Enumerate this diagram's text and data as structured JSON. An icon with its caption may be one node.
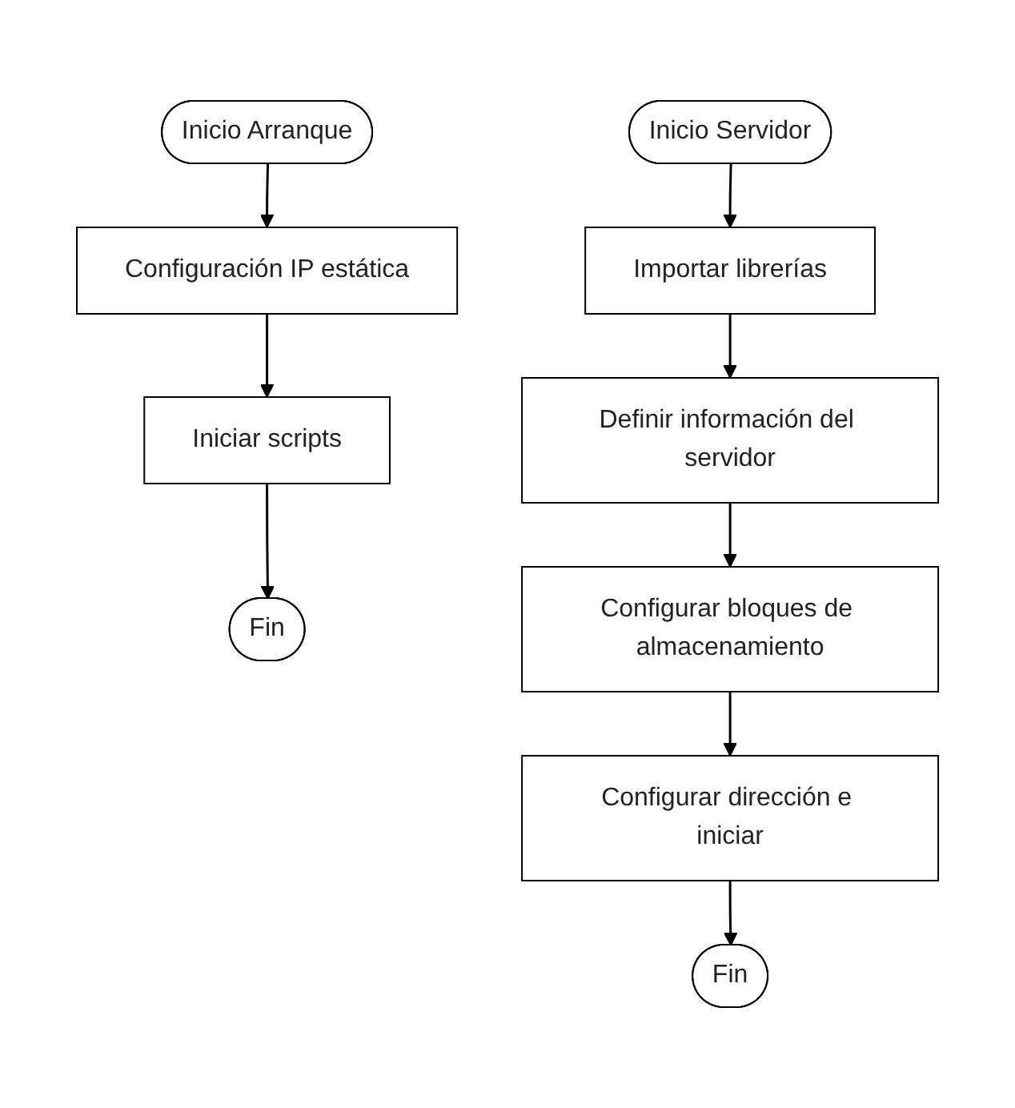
{
  "diagram": {
    "nodes": [
      {
        "text": [
          "Inicio Arranque"
        ]
      },
      {
        "text": [
          "Configuración IP estática"
        ]
      },
      {
        "text": [
          "Iniciar scripts"
        ]
      },
      {
        "text": [
          "Fin"
        ]
      },
      {
        "text": [
          "Inicio Servidor"
        ]
      },
      {
        "text": [
          "Importar librerías"
        ]
      },
      {
        "text": [
          "Definir información del servidor"
        ]
      },
      {
        "text": [
          "Configurar bloques de almacenamiento"
        ]
      },
      {
        "text": [
          "Configurar dirección e iniciar"
        ]
      },
      {
        "text": [
          "Fin"
        ]
      }
    ],
    "edges": [
      {
        "from": 0,
        "to": 1,
        "arrow": "to"
      },
      {
        "from": 1,
        "to": 2,
        "arrow": "to"
      },
      {
        "from": 2,
        "to": 3,
        "arrow": "to"
      },
      {
        "from": 4,
        "to": 5,
        "arrow": "to"
      },
      {
        "from": 5,
        "to": 6,
        "arrow": "to"
      },
      {
        "from": 6,
        "to": 7,
        "arrow": "to"
      },
      {
        "from": 7,
        "to": 8,
        "arrow": "to"
      },
      {
        "from": 8,
        "to": 9,
        "arrow": "to"
      }
    ]
  }
}
